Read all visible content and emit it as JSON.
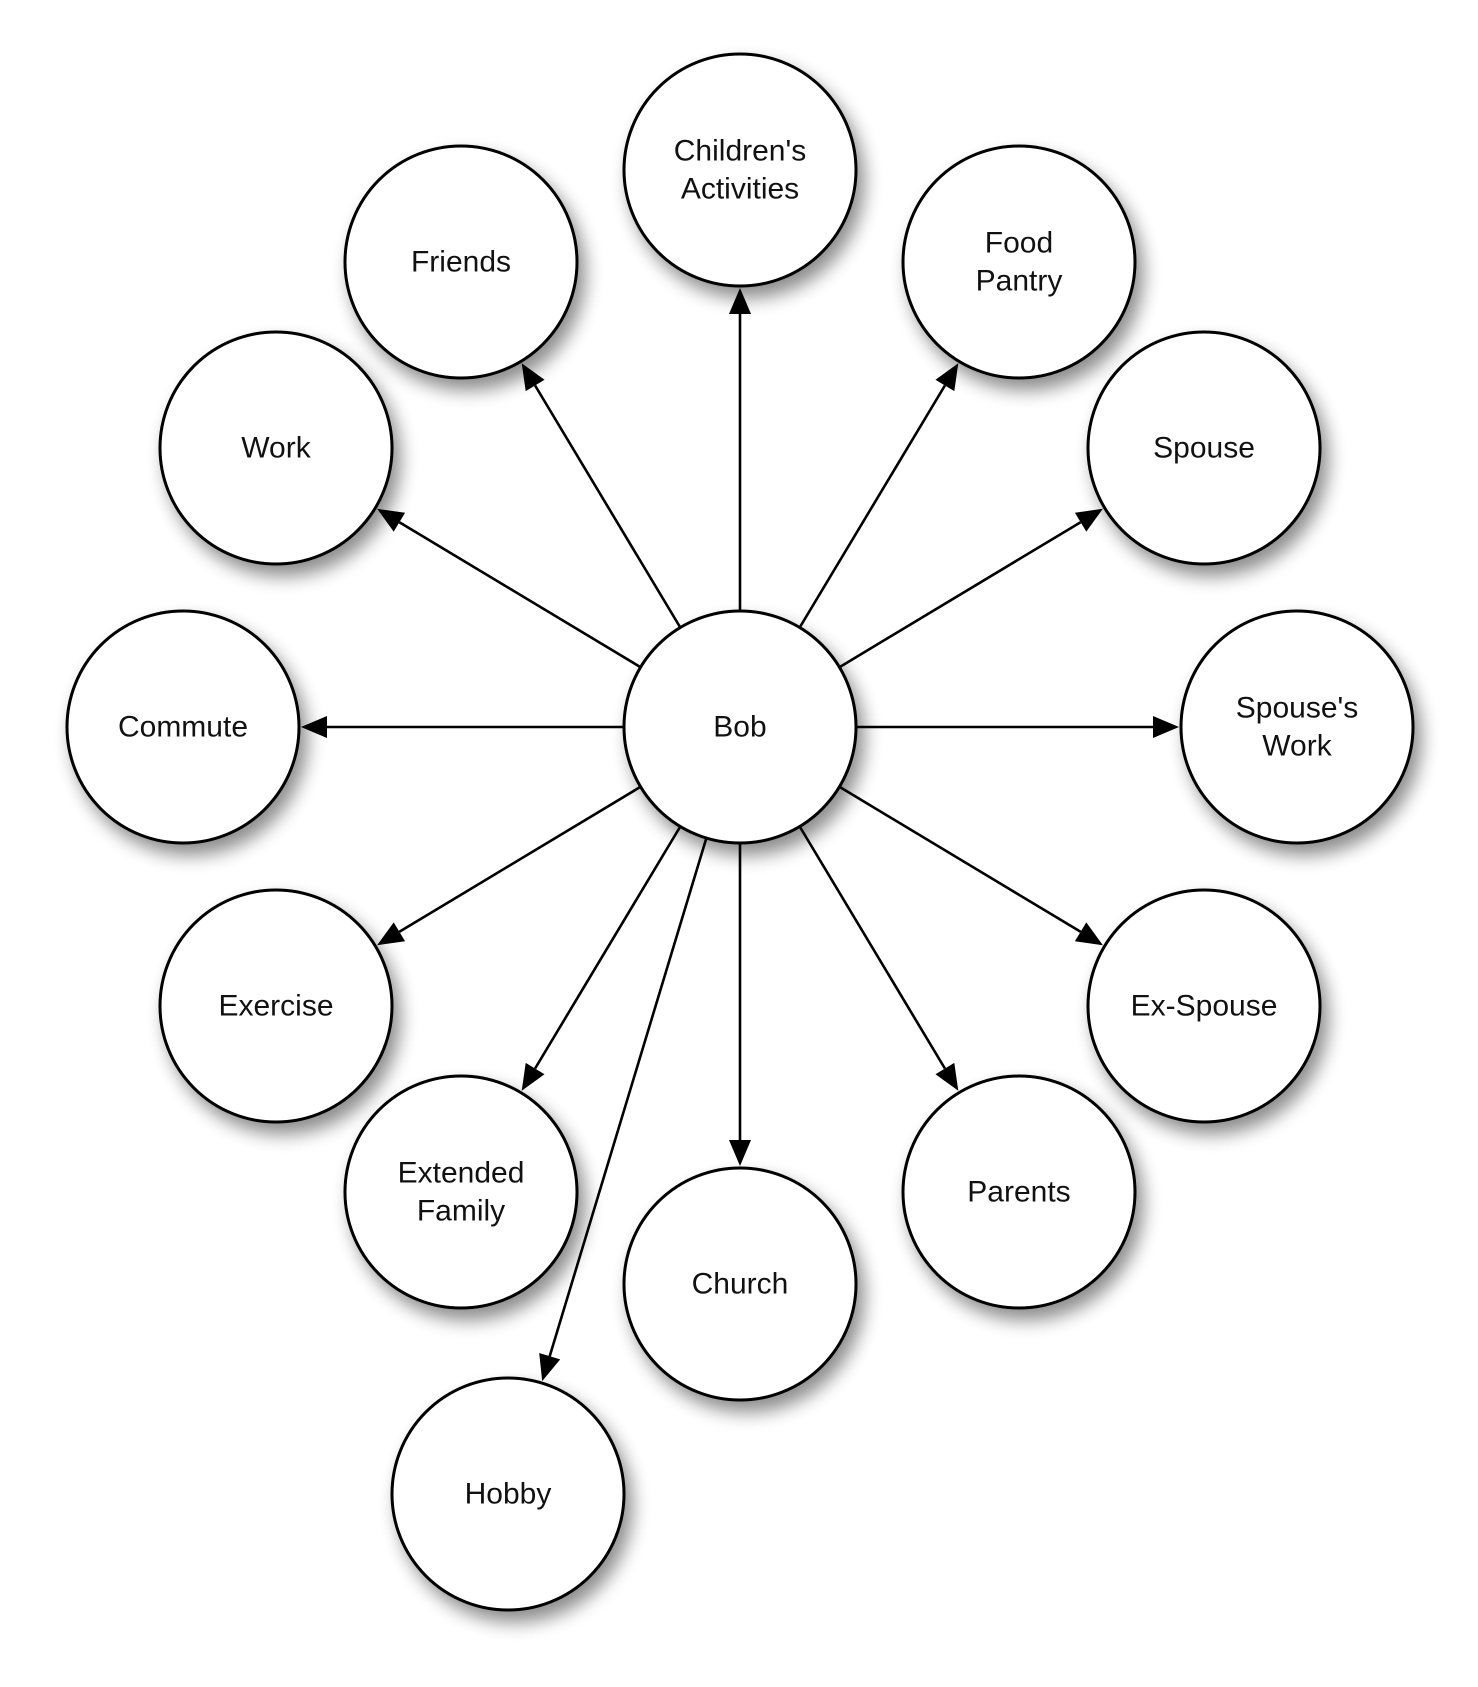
{
  "diagram": {
    "center": {
      "id": "bob",
      "label": [
        "Bob"
      ]
    },
    "nodes": [
      {
        "id": "childrens-activities",
        "label": [
          "Children's",
          "Activities"
        ]
      },
      {
        "id": "friends",
        "label": [
          "Friends"
        ]
      },
      {
        "id": "food-pantry",
        "label": [
          "Food",
          "Pantry"
        ]
      },
      {
        "id": "work",
        "label": [
          "Work"
        ]
      },
      {
        "id": "spouse",
        "label": [
          "Spouse"
        ]
      },
      {
        "id": "commute",
        "label": [
          "Commute"
        ]
      },
      {
        "id": "spouses-work",
        "label": [
          "Spouse's",
          "Work"
        ]
      },
      {
        "id": "exercise",
        "label": [
          "Exercise"
        ]
      },
      {
        "id": "ex-spouse",
        "label": [
          "Ex-Spouse"
        ]
      },
      {
        "id": "extended-family",
        "label": [
          "Extended",
          "Family"
        ]
      },
      {
        "id": "parents",
        "label": [
          "Parents"
        ]
      },
      {
        "id": "church",
        "label": [
          "Church"
        ]
      },
      {
        "id": "hobby",
        "label": [
          "Hobby"
        ]
      }
    ],
    "edges": [
      {
        "from": "bob",
        "to": "childrens-activities"
      },
      {
        "from": "bob",
        "to": "friends"
      },
      {
        "from": "bob",
        "to": "food-pantry"
      },
      {
        "from": "bob",
        "to": "work"
      },
      {
        "from": "bob",
        "to": "spouse"
      },
      {
        "from": "bob",
        "to": "commute"
      },
      {
        "from": "bob",
        "to": "spouses-work"
      },
      {
        "from": "bob",
        "to": "exercise"
      },
      {
        "from": "bob",
        "to": "ex-spouse"
      },
      {
        "from": "bob",
        "to": "extended-family"
      },
      {
        "from": "bob",
        "to": "parents"
      },
      {
        "from": "bob",
        "to": "church"
      },
      {
        "from": "bob",
        "to": "hobby"
      }
    ],
    "arrow_direction": "outward",
    "colors": {
      "node_fill": "#ffffff",
      "stroke": "#000000",
      "text": "#111111"
    }
  }
}
